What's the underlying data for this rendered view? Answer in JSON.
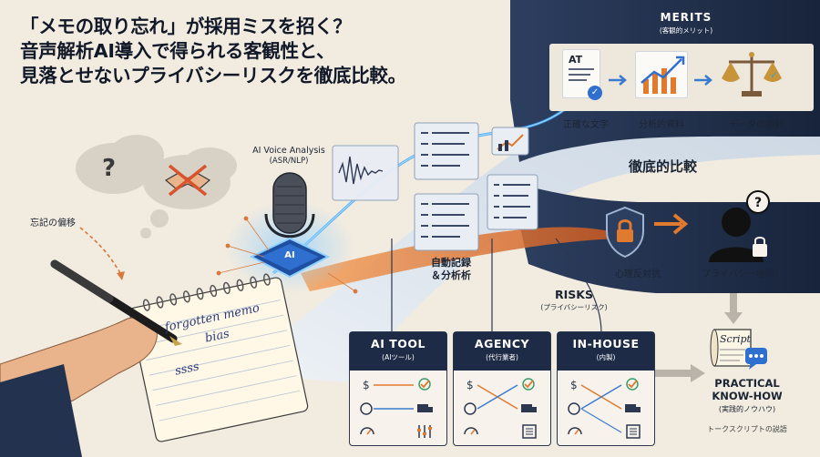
{
  "title": {
    "line1": "「メモの取り忘れ」が採用ミスを招く？",
    "line2": "音声解析AI導入で得られる客観性と、",
    "line3": "見落とせないプライバシーリスクを徹底比較。"
  },
  "left": {
    "bias_label": "忘記の偏移",
    "handwriting": [
      "forgotten memo",
      "bias",
      "ssss"
    ]
  },
  "ai": {
    "label": "AI Voice Analysis",
    "sublabel": "(ASR/NLP)",
    "chip": "AI",
    "auto_record_1": "自動記録",
    "auto_record_2": "＆分析析"
  },
  "merits": {
    "heading": "MERITS",
    "subheading": "(客観的メリット)",
    "doc_text": "AT",
    "items": [
      "正確な文字",
      "分析的資料",
      "データの指針"
    ]
  },
  "comparison": {
    "heading": "徹底的比較"
  },
  "risks": {
    "heading": "RISKS",
    "subheading": "(プライバシーリスク)",
    "items": [
      "心理反対抗",
      "プライバシー権因"
    ]
  },
  "options": [
    {
      "title": "AI TOOL",
      "subtitle": "(AIツール)"
    },
    {
      "title": "AGENCY",
      "subtitle": "(代行業者)"
    },
    {
      "title": "IN-HOUSE",
      "subtitle": "(内製)"
    }
  ],
  "knowhow": {
    "script_label": "Script",
    "title_1": "PRACTICAL",
    "title_2": "KNOW-HOW",
    "subtitle": "(実践的ノウハウ)",
    "note": "トークスクリプトの説語"
  },
  "colors": {
    "navy": "#1d2b46",
    "orange": "#e07a2e",
    "blue_glow": "#4aa7ff",
    "green_check": "#3a9d6a",
    "background": "#f1ebe0"
  }
}
